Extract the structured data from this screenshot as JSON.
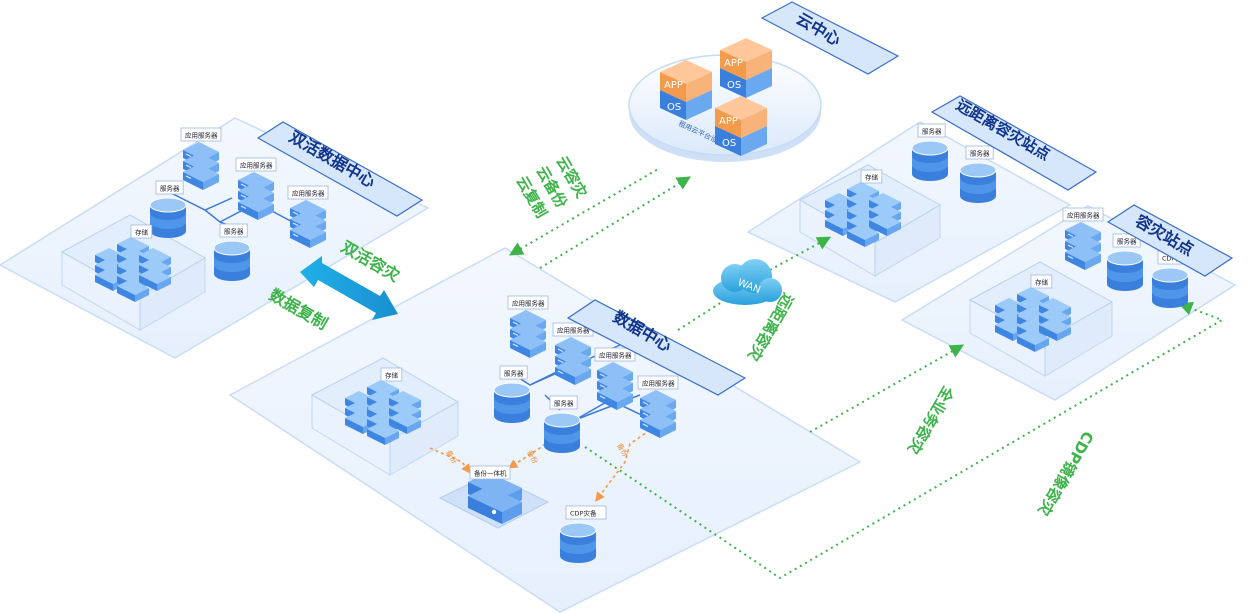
{
  "regions": {
    "cloud_center": "云中心",
    "active_dc": "双活数据中心",
    "main_dc": "数据中心",
    "remote_site": "远距离容灾站点",
    "dr_site": "容灾站点"
  },
  "links": {
    "active_active": "双活容灾",
    "data_replication": "数据复制",
    "cloud_dr": [
      "云容灾",
      "云备份",
      "云复制"
    ],
    "remote_dr": "远距离容灾",
    "full_dr": "全业务容灾",
    "cdp_dr": "CDP镜像容灾",
    "wan": "WAN"
  },
  "devices": {
    "app_server": "应用服务器",
    "server": "服务器",
    "storage": "存储",
    "backup_appliance": "备份一体机",
    "cdp_appliance": "CDP灾备",
    "cloud_platform": "租用云平台设备",
    "app": "APP",
    "os": "OS"
  },
  "flows": {
    "backup": "备份"
  },
  "colors": {
    "platform_fill": "#eef5fe",
    "platform_edge": "#c9ddf6",
    "title_fill": "#d6e7fb",
    "title_edge": "#3a6fc7",
    "title_text": "#12358a",
    "green": "#3db34a",
    "orange": "#f39a4b",
    "cyan": "#22a6e0",
    "server_blue": "#4f95ea"
  }
}
